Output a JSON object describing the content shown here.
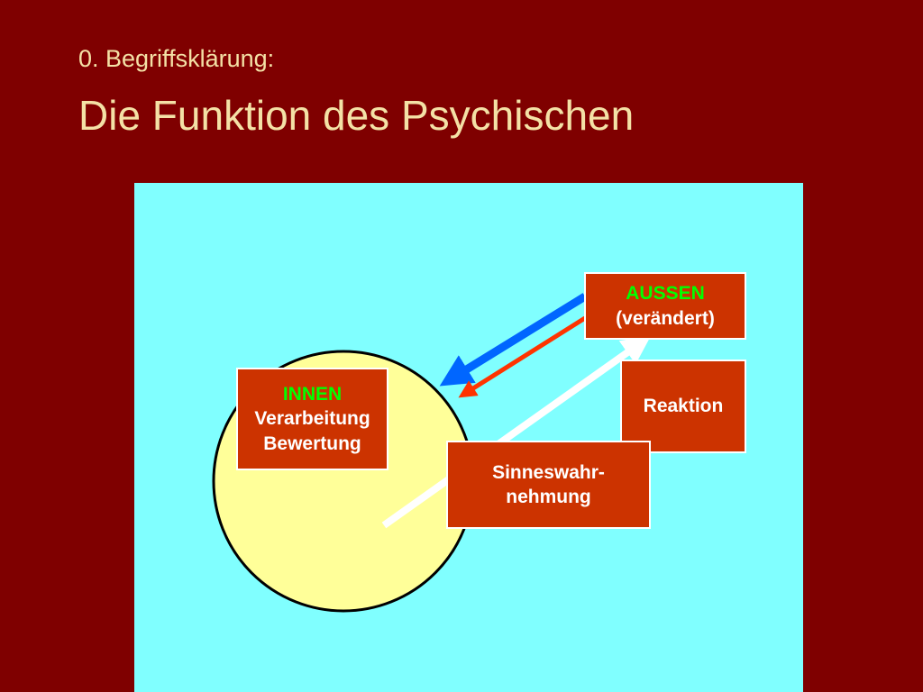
{
  "slide": {
    "subtitle": "0. Begriffsklärung:",
    "title": "Die Funktion des Psychischen"
  },
  "diagram": {
    "innen": {
      "heading": "INNEN",
      "line1": "Verarbeitung",
      "line2": "Bewertung"
    },
    "aussen": {
      "heading": "AUSSEN",
      "line1": "(verändert)"
    },
    "reaktion": {
      "label": "Reaktion"
    },
    "sinnes": {
      "line1": "Sinneswahr-",
      "line2": "nehmung"
    }
  },
  "colors": {
    "background": "#7f0000",
    "title": "#f4e1a6",
    "panel": "#80ffff",
    "circle": "#ffff99",
    "box": "#cc3300",
    "accent": "#00ff00",
    "arrow_blue": "#0066ff",
    "arrow_red": "#ff3300",
    "arrow_white": "#ffffff"
  }
}
